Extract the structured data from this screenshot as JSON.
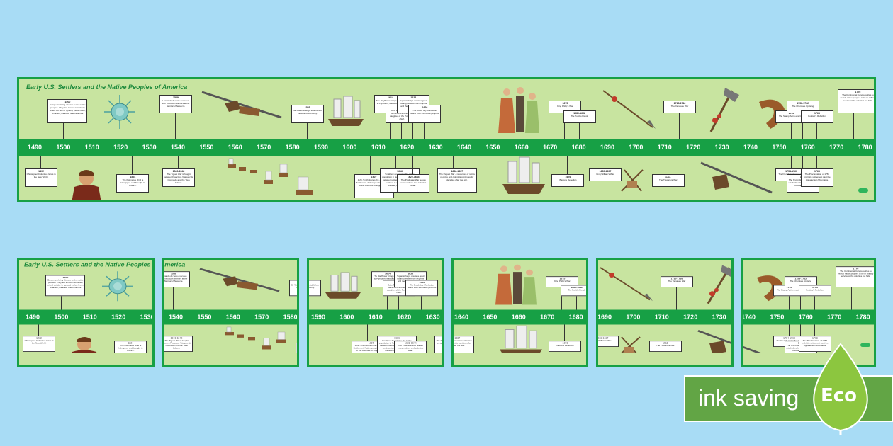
{
  "title": "Early U.S. Settlers and the Native Peoples of America",
  "years": [
    "1490",
    "1500",
    "1510",
    "1520",
    "1530",
    "1540",
    "1550",
    "1560",
    "1570",
    "1580",
    "1590",
    "1600",
    "1610",
    "1620",
    "1630",
    "1640",
    "1650",
    "1660",
    "1670",
    "1680",
    "1690",
    "1700",
    "1710",
    "1720",
    "1730",
    "1740",
    "1750",
    "1760",
    "1770",
    "1780"
  ],
  "events_above": [
    {
      "year": "1500",
      "text": "Europeans bring disease to the native peoples. They are almost completely wiped out due to typhoid, yellow fever, smallpox, measles, and influenza."
    },
    {
      "year": "1539",
      "text": "Hernando de Soto executes 200 Timucuan warriors at the Napituca Massacre."
    },
    {
      "year": "1585",
      "text": "Sir Walter Raleigh establishes the Roanoke Colony."
    },
    {
      "year": "1614",
      "text": "The Mayflower brings Pilgrims to Plymouth, Massachusetts."
    },
    {
      "year": "1618",
      "text": "John Rolfe, of England, marries Pocahontas, the daughter of the Powhatan chief."
    },
    {
      "year": "1622",
      "text": "Squanto helps create a good trading between the Pilgrims and the Wampanoag Tribe."
    },
    {
      "year": "1626",
      "text": "The Dutch buy Manhattan Island from the native peoples."
    },
    {
      "year": "1675",
      "text": "King Philip's War"
    },
    {
      "year": "1680-1692",
      "text": "The Pueblo Revolt"
    },
    {
      "year": "1715-1716",
      "text": "The Yamasee War"
    },
    {
      "year": "1754",
      "text": "The Stamp Act is enacted."
    },
    {
      "year": "1758-1762",
      "text": "The Cherokee Uprising"
    },
    {
      "year": "1763",
      "text": "Pontiac's Rebellion"
    },
    {
      "year": "1776",
      "text": "The Continental Congress tries to recruit native peoples to be in military service of the colonies but fails."
    }
  ],
  "events_below": [
    {
      "year": "1492",
      "text": "Christopher Columbus lands in the New World."
    },
    {
      "year": "1524",
      "text": "The first native child is kidnapped and brought to France."
    },
    {
      "year": "1540-1542",
      "text": "The Tiguex War is fought between Francisco Vásquez de Coronado and the Tiwa Indians."
    },
    {
      "year": "1607",
      "text": "John Smith founds the Jamestown Settlement. Native peoples bring food to the colonists to support them."
    },
    {
      "year": "1616",
      "text": "Smallpox devastates the native population in New England. Relations between settlers and native peoples continue to decline due to war, disease, and kidnapping."
    },
    {
      "year": "1622-1644",
      "text": "The Powhatan War leaves many natives and colonists dead."
    },
    {
      "year": "1636-1637",
      "text": "The Pequot War – resources of native peoples and colonists continues for decades after the war."
    },
    {
      "year": "1676",
      "text": "Bacon's Rebellion"
    },
    {
      "year": "1689-1697",
      "text": "King William's War"
    },
    {
      "year": "1711",
      "text": "The Tuscarora War"
    },
    {
      "year": "1754-1763",
      "text": "The French and Indian War"
    },
    {
      "year": "1758",
      "text": "The first Indian Reservation is established by the New Jersey Colonial Assembly."
    },
    {
      "year": "1763",
      "text": "The Proclamation of 1763 prohibits settlement past the Appalachian Mountains."
    }
  ],
  "eco": {
    "label": "ink saving",
    "badge": "Eco"
  },
  "colors": {
    "background": "#a8dcf5",
    "banner": "#c8e4a0",
    "border": "#17a045",
    "eco": "#62a545"
  }
}
